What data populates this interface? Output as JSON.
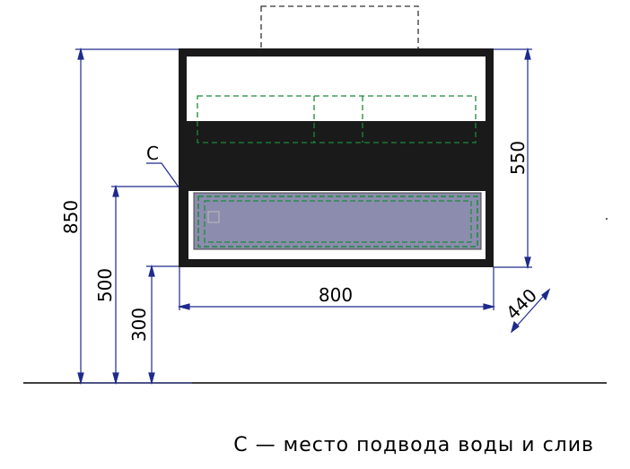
{
  "dimensions": {
    "total_height": "850",
    "drain_height": "500",
    "lower_height": "300",
    "width": "800",
    "upper_height": "550",
    "depth": "440"
  },
  "marker": {
    "letter": "C"
  },
  "caption": {
    "text": "С — место подвода воды и слив"
  },
  "colors": {
    "dimension_line": "#1e2a8c",
    "cabinet_body": "#1a1a1a",
    "drawer_fill": "#8c8cae",
    "hidden_line": "#1a8a3a",
    "ground_line": "#000000"
  }
}
